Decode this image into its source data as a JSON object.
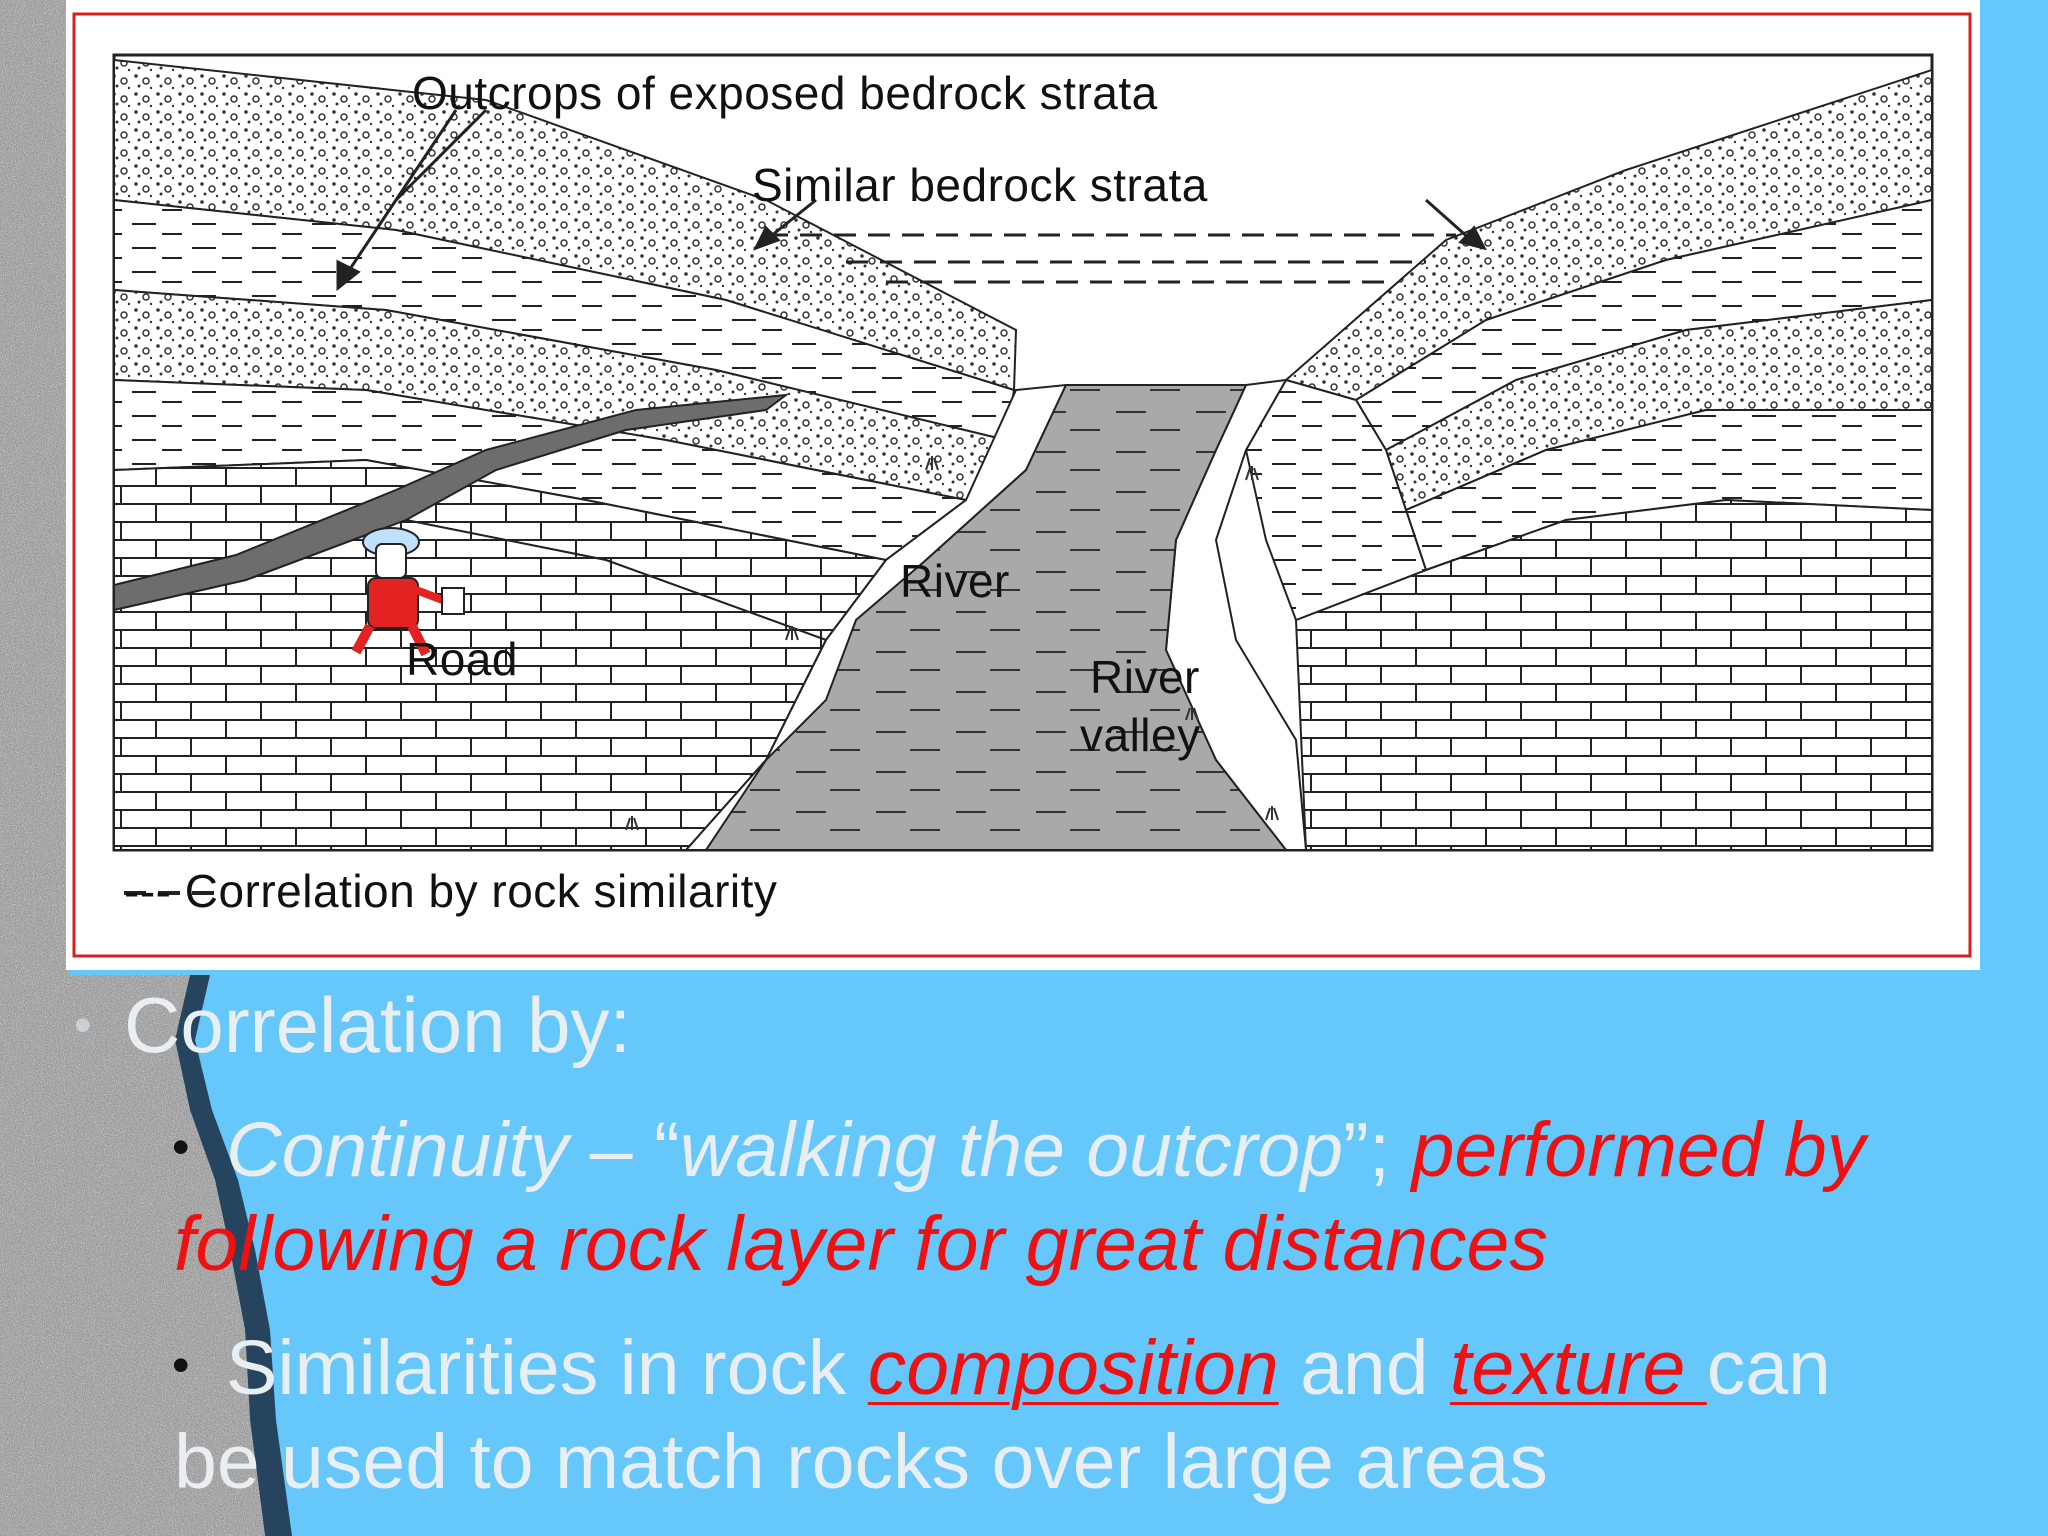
{
  "figure": {
    "labels": {
      "outcrops": "Outcrops of exposed bedrock strata",
      "similar": "Similar bedrock strata",
      "river": "River",
      "road": "Road",
      "river_valley_1": "River",
      "river_valley_2": "valley",
      "legend": "--- Correlation by rock similarity"
    }
  },
  "bullets": {
    "main": "Correlation by:",
    "sub1": {
      "term": "Continuity",
      "dash": " – “",
      "quote": "walking the outcrop",
      "close": "”; ",
      "red_line1": "performed by",
      "red_line2": "following a rock layer for great distances"
    },
    "sub2": {
      "lead": "Similarities in rock ",
      "term1": "composition",
      "mid": " and ",
      "term2": "texture ",
      "tail": "can",
      "line2": "be used to match rocks over large areas"
    }
  },
  "colors": {
    "background": "#66c7fb",
    "emphasis_red": "#ee1111",
    "frame_red": "#d62020",
    "text_light": "#e9eef2"
  }
}
